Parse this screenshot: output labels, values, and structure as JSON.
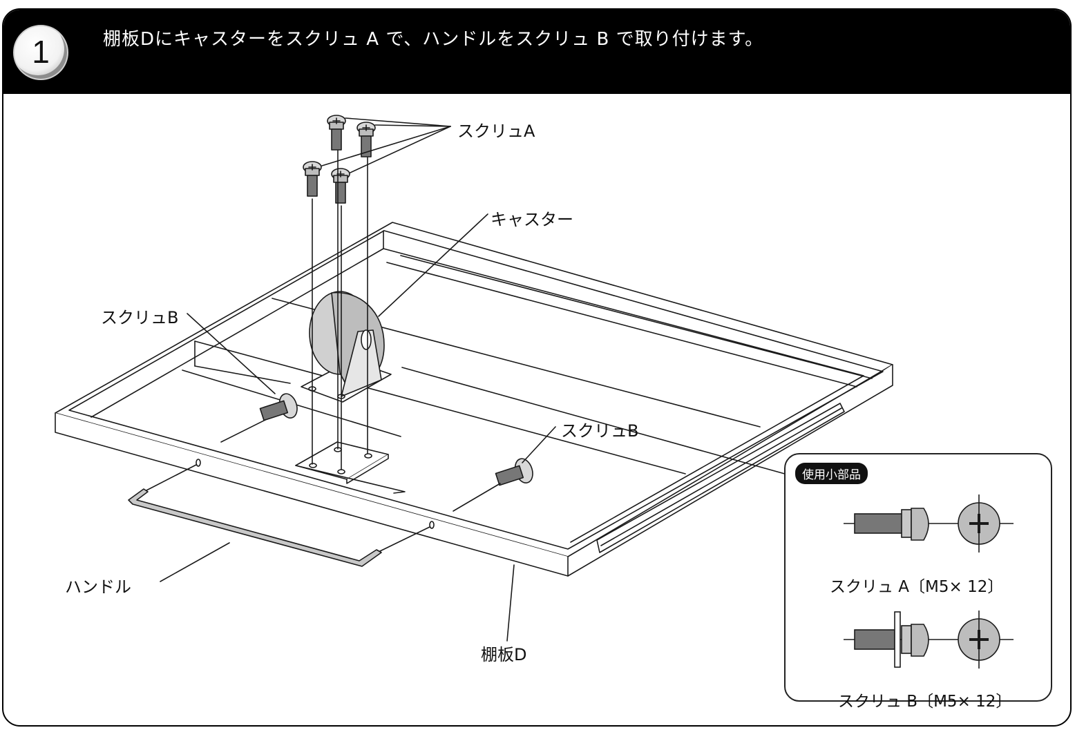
{
  "step": {
    "number": "1",
    "title": "棚板Dにキャスターをスクリュ A で、ハンドルをスクリュ B で取り付けます。"
  },
  "labels": {
    "screw_a": "スクリュA",
    "caster": "キャスター",
    "screw_b_left": "スクリュB",
    "screw_b_right": "スクリュB",
    "handle": "ハンドル",
    "shelf_d": "棚板D"
  },
  "parts_box": {
    "badge": "使用小部品",
    "items": [
      {
        "name": "スクリュ A〔M5× 12〕"
      },
      {
        "name": "スクリュ B〔M5× 12〕"
      }
    ]
  },
  "colors": {
    "header": "#000000",
    "line": "#1a1a1a",
    "metal_fill": "#bdbdbd",
    "thread_fill": "#777777"
  }
}
